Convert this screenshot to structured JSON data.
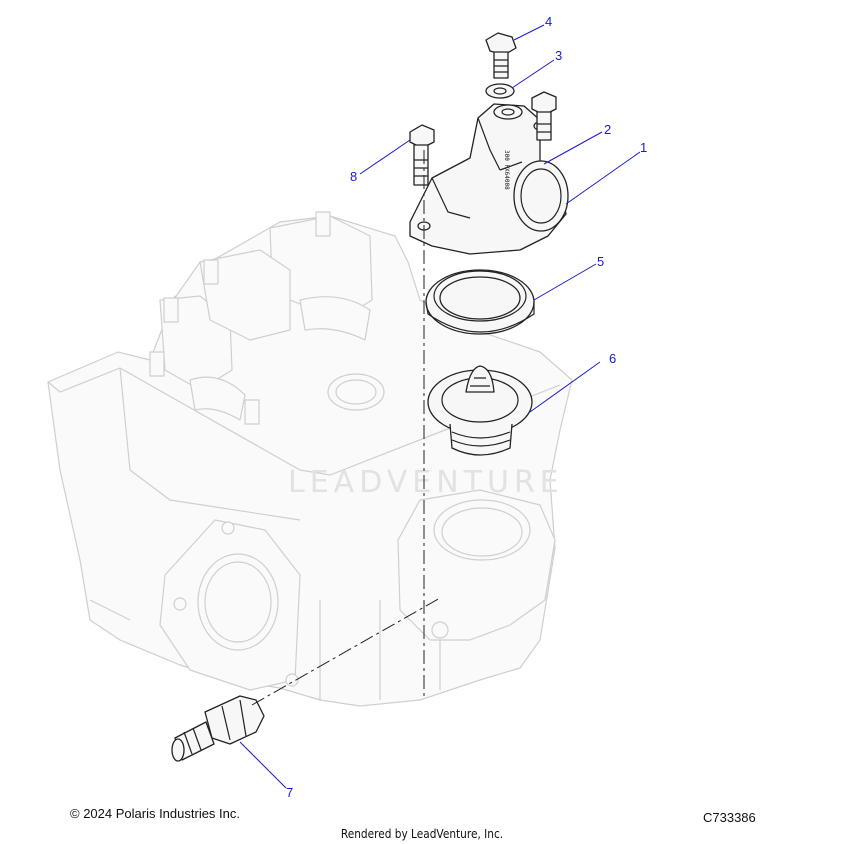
{
  "callouts": [
    {
      "id": "c1",
      "label": "1"
    },
    {
      "id": "c2",
      "label": "2"
    },
    {
      "id": "c3",
      "label": "3"
    },
    {
      "id": "c4",
      "label": "4"
    },
    {
      "id": "c5",
      "label": "5"
    },
    {
      "id": "c6",
      "label": "6"
    },
    {
      "id": "c7",
      "label": "7"
    },
    {
      "id": "c8",
      "label": "8"
    }
  ],
  "housing_marking": "300 PX64008",
  "watermark": "LEADVENTURE",
  "footer": {
    "copyright": "© 2024 Polaris Industries Inc.",
    "figure_id": "C733386",
    "rendered_by": "Rendered by LeadVenture, Inc."
  },
  "colors": {
    "callout": "#1a1acc",
    "line_art": "#222222",
    "ghost_part": "#cfcfcf"
  }
}
